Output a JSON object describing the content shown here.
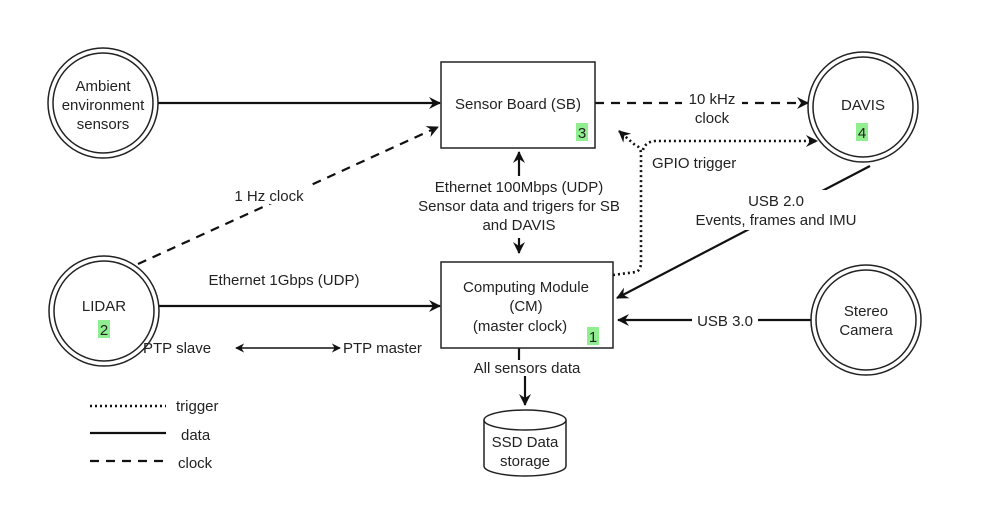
{
  "nodes": {
    "ambient": {
      "lines": [
        "Ambient",
        "environment",
        "sensors"
      ]
    },
    "lidar": {
      "label": "LIDAR",
      "badge": "2"
    },
    "davis": {
      "label": "DAVIS",
      "badge": "4"
    },
    "stereo": {
      "lines": [
        "Stereo",
        "Camera"
      ]
    },
    "sensor_board": {
      "label": "Sensor Board (SB)",
      "badge": "3"
    },
    "computing_module": {
      "lines": [
        "Computing Module",
        "(CM)",
        "(master clock)"
      ],
      "badge": "1"
    },
    "ssd": {
      "lines": [
        "SSD Data",
        "storage"
      ]
    }
  },
  "edges": {
    "clock_10khz": [
      "10 kHz",
      "clock"
    ],
    "gpio_trigger": "GPIO trigger",
    "clock_1hz": "1 Hz clock",
    "ethernet_100": [
      "Ethernet 100Mbps (UDP)",
      "Sensor data and trigers for SB",
      "and DAVIS"
    ],
    "usb2": [
      "USB 2.0",
      "Events, frames and IMU"
    ],
    "ethernet_1g": "Ethernet 1Gbps (UDP)",
    "ptp_slave": "PTP slave",
    "ptp_master": "PTP master",
    "usb3": "USB 3.0",
    "all_sensors": "All sensors data"
  },
  "legend": {
    "trigger": "trigger",
    "data": "data",
    "clock": "clock"
  }
}
